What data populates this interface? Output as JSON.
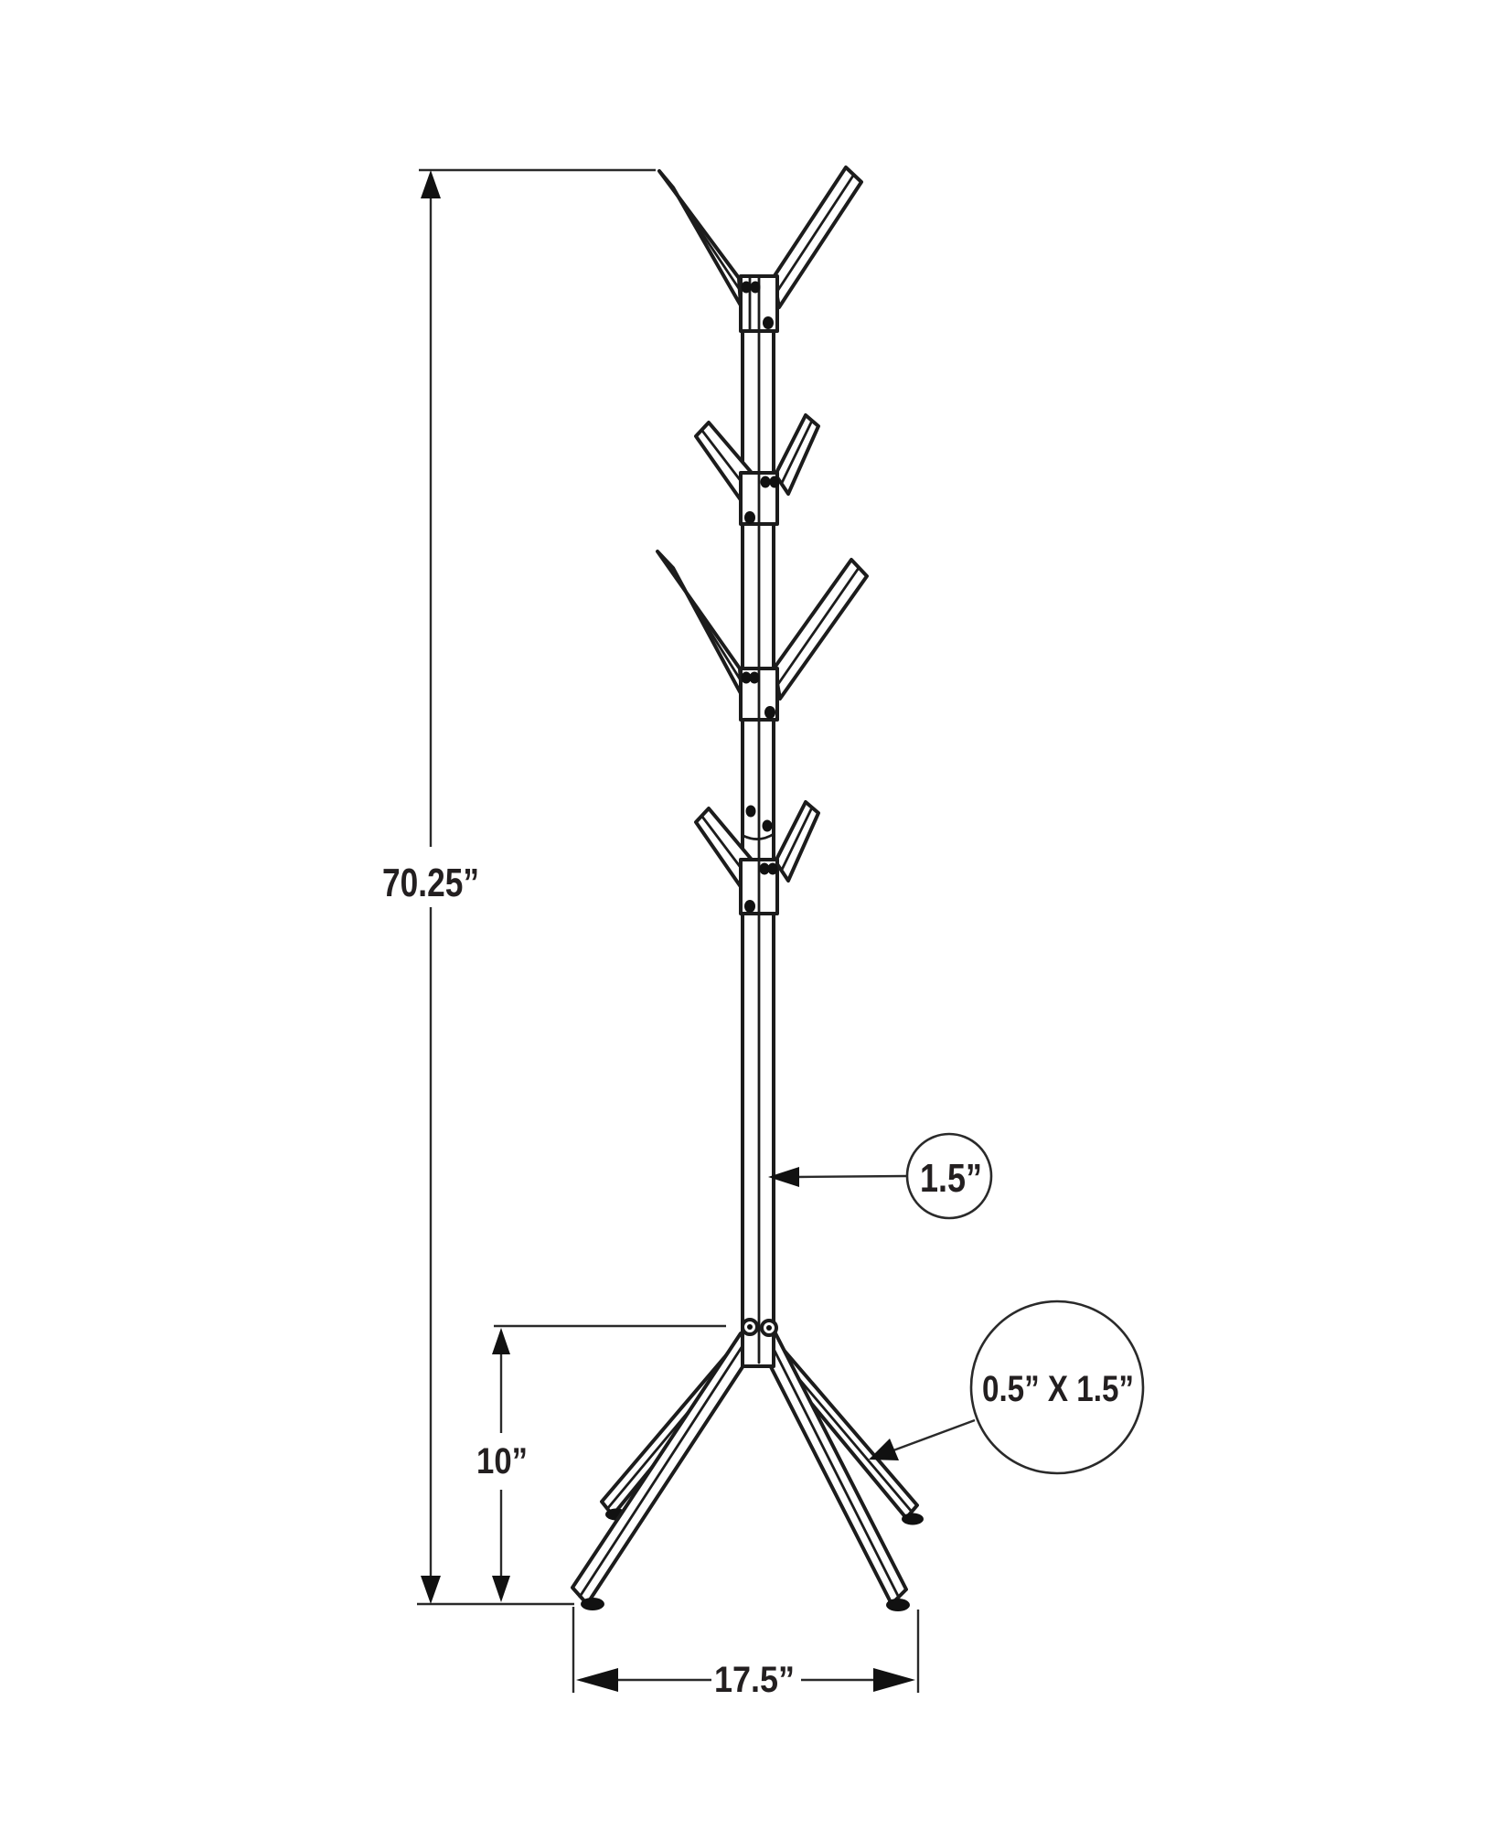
{
  "diagram": {
    "colors": {
      "line": "#1c1c1c",
      "dimension_line": "#2a2a2a",
      "background": "#ffffff",
      "text": "#231f20"
    },
    "labels": {
      "height": "70.25”",
      "base_height": "10”",
      "base_width": "17.5”",
      "pole_thickness": "1.5”",
      "leg_profile": "0.5” X 1.5”"
    }
  }
}
